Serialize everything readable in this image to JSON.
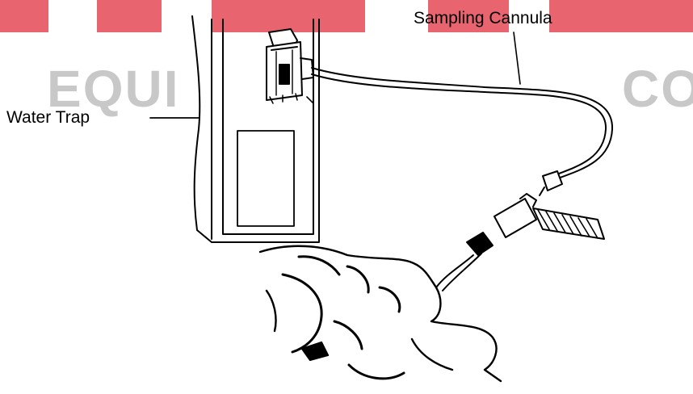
{
  "watermark": {
    "text_left": "EQUI",
    "text_right": "CO",
    "bar_color": "#e8646e",
    "text_color": "#c8c8c8"
  },
  "labels": {
    "water_trap": "Water Trap",
    "sampling_cannula": "Sampling Cannula"
  },
  "line_color": "#000000"
}
